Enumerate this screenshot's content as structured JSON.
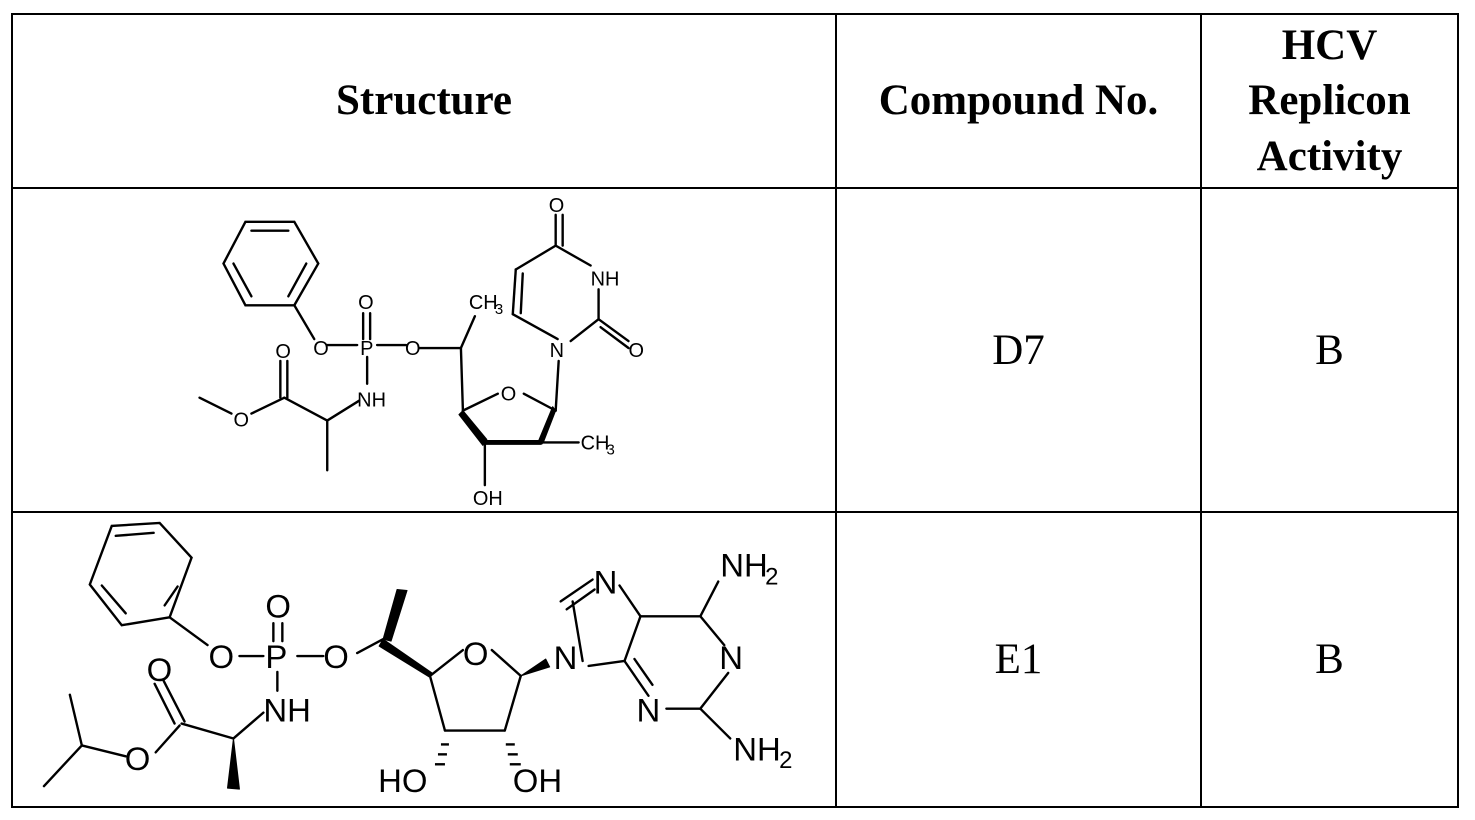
{
  "table": {
    "headers": {
      "structure": "Structure",
      "compound_no": "Compound No.",
      "activity_lines": [
        "HCV",
        "Replicon",
        "Activity"
      ]
    },
    "rows": [
      {
        "compound_no": "D7",
        "activity": "B",
        "structure_labels": {
          "o_carbonyl_top": "O",
          "nh_ring": "NH",
          "p_oxo": "O",
          "ch3_upper": "CH",
          "ch3_upper_sub": "3",
          "o_phenoxy": "O",
          "p": "P",
          "o_ester_link": "O",
          "n_ring": "N",
          "o_carbonyl_right": "O",
          "o_ester_carbonyl": "O",
          "nh_amide": "NH",
          "o_sugar_ring": "O",
          "o_methoxy": "O",
          "ch3_lower": "CH",
          "ch3_lower_sub": "3",
          "oh": "OH"
        }
      },
      {
        "compound_no": "E1",
        "activity": "B",
        "structure_labels": {
          "nh2_top": "NH",
          "nh2_top_sub": "2",
          "n_imidazole": "N",
          "p_oxo": "O",
          "n_pyrimidine_right": "N",
          "o_phenoxy": "O",
          "p": "P",
          "o_ester_link": "O",
          "o_sugar_ring": "O",
          "n_glycosidic": "N",
          "o_ester_carbonyl": "O",
          "nh_amide": "NH",
          "n_pyrimidine_left": "N",
          "nh2_bottom": "NH",
          "nh2_bottom_sub": "2",
          "o_isopropoxy": "O",
          "ho_left": "HO",
          "oh_right": "OH"
        }
      }
    ]
  }
}
